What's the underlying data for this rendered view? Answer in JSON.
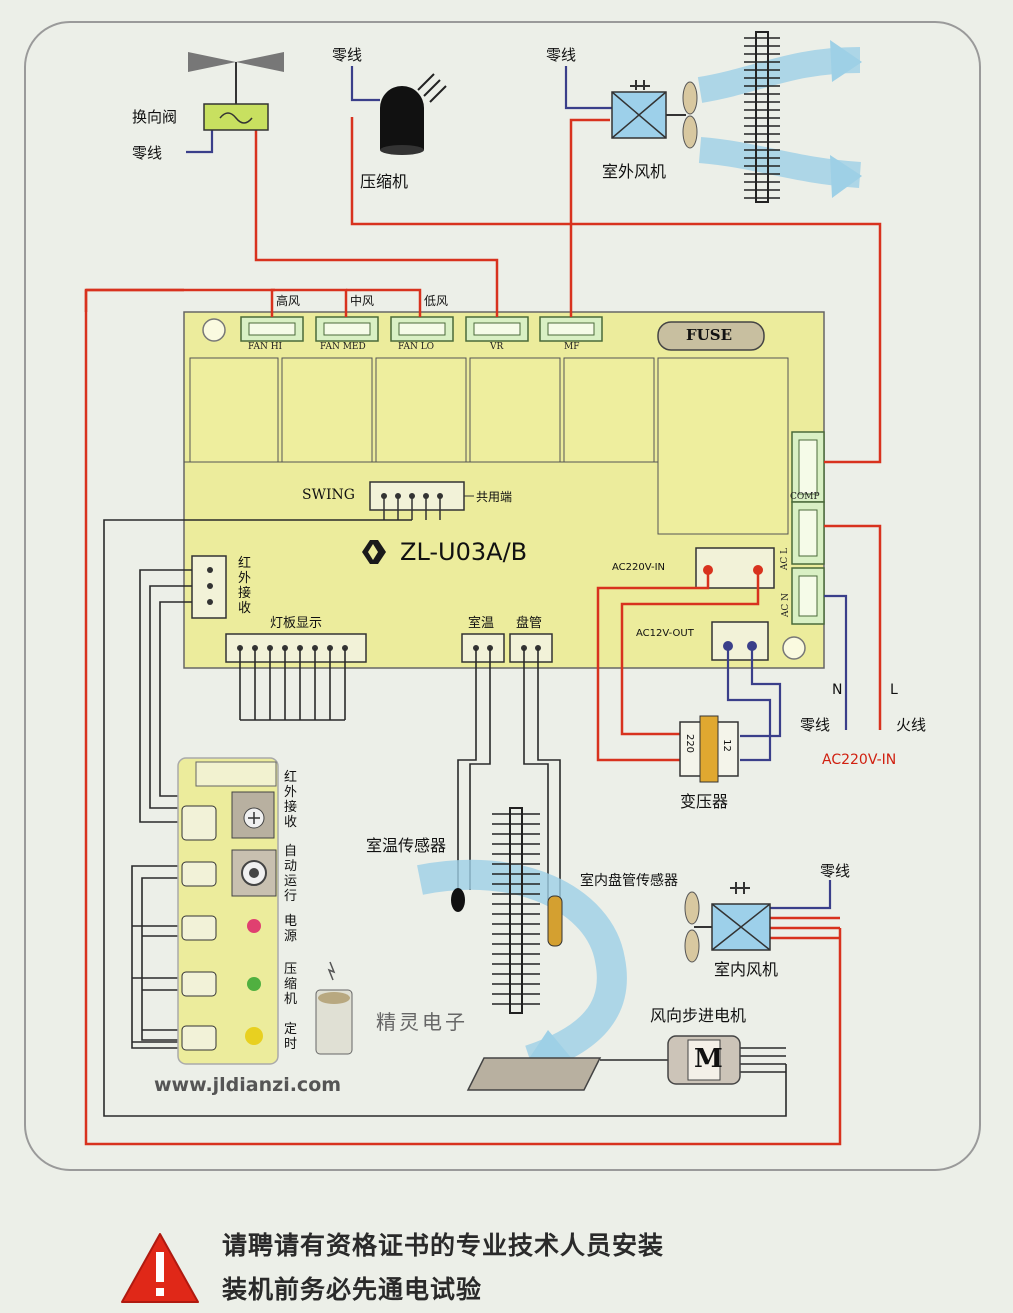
{
  "board": {
    "model": "ZL-U03A/B"
  },
  "connectors": {
    "fan_hi": "FAN HI",
    "fan_med": "FAN MED",
    "fan_lo": "FAN LO",
    "vr": "VR",
    "mf": "MF",
    "fuse": "FUSE",
    "comp": "COMP",
    "ac_l": "AC L",
    "ac_n": "AC N",
    "swing": "SWING",
    "common": "共用端",
    "ac220v_in_board": "AC220V-IN",
    "ac12v_out": "AC12V-OUT",
    "ir_receiver": "红外接收",
    "led_display": "灯板显示",
    "room_temp": "室温",
    "coil": "盘管"
  },
  "speed_labels": {
    "high": "高风",
    "mid": "中风",
    "low": "低风"
  },
  "outdoor": {
    "reversing_valve": "换向阀",
    "neutral_valve": "零线",
    "neutral_comp": "零线",
    "compressor": "压缩机",
    "neutral_fan": "零线",
    "outdoor_fan": "室外风机"
  },
  "power": {
    "n": "N",
    "l": "L",
    "neutral": "零线",
    "live": "火线",
    "input": "AC220V-IN"
  },
  "transformer": {
    "label": "变压器",
    "primary": "220",
    "secondary": "12"
  },
  "indoor": {
    "room_sensor": "室温传感器",
    "coil_sensor": "室内盘管传感器",
    "neutral": "零线",
    "indoor_fan": "室内风机",
    "stepper": "风向步进电机",
    "motor_letter": "M"
  },
  "display_panel": {
    "ir": "红外接收",
    "auto": "自动运行",
    "power": "电源",
    "compressor": "压缩机",
    "timer": "定时"
  },
  "brand": {
    "name": "精灵电子",
    "url": "www.jldianzi.com"
  },
  "warnings": {
    "line1": "请聘请有资格证书的专业技术人员安装",
    "line2": "装机前务必先通电试验"
  },
  "colors": {
    "board": "#ecec9c",
    "live_wire": "#d8321e",
    "neutral_wire": "#3a3f8a",
    "signal_wire": "#222222",
    "airflow": "#7ec4e0"
  }
}
